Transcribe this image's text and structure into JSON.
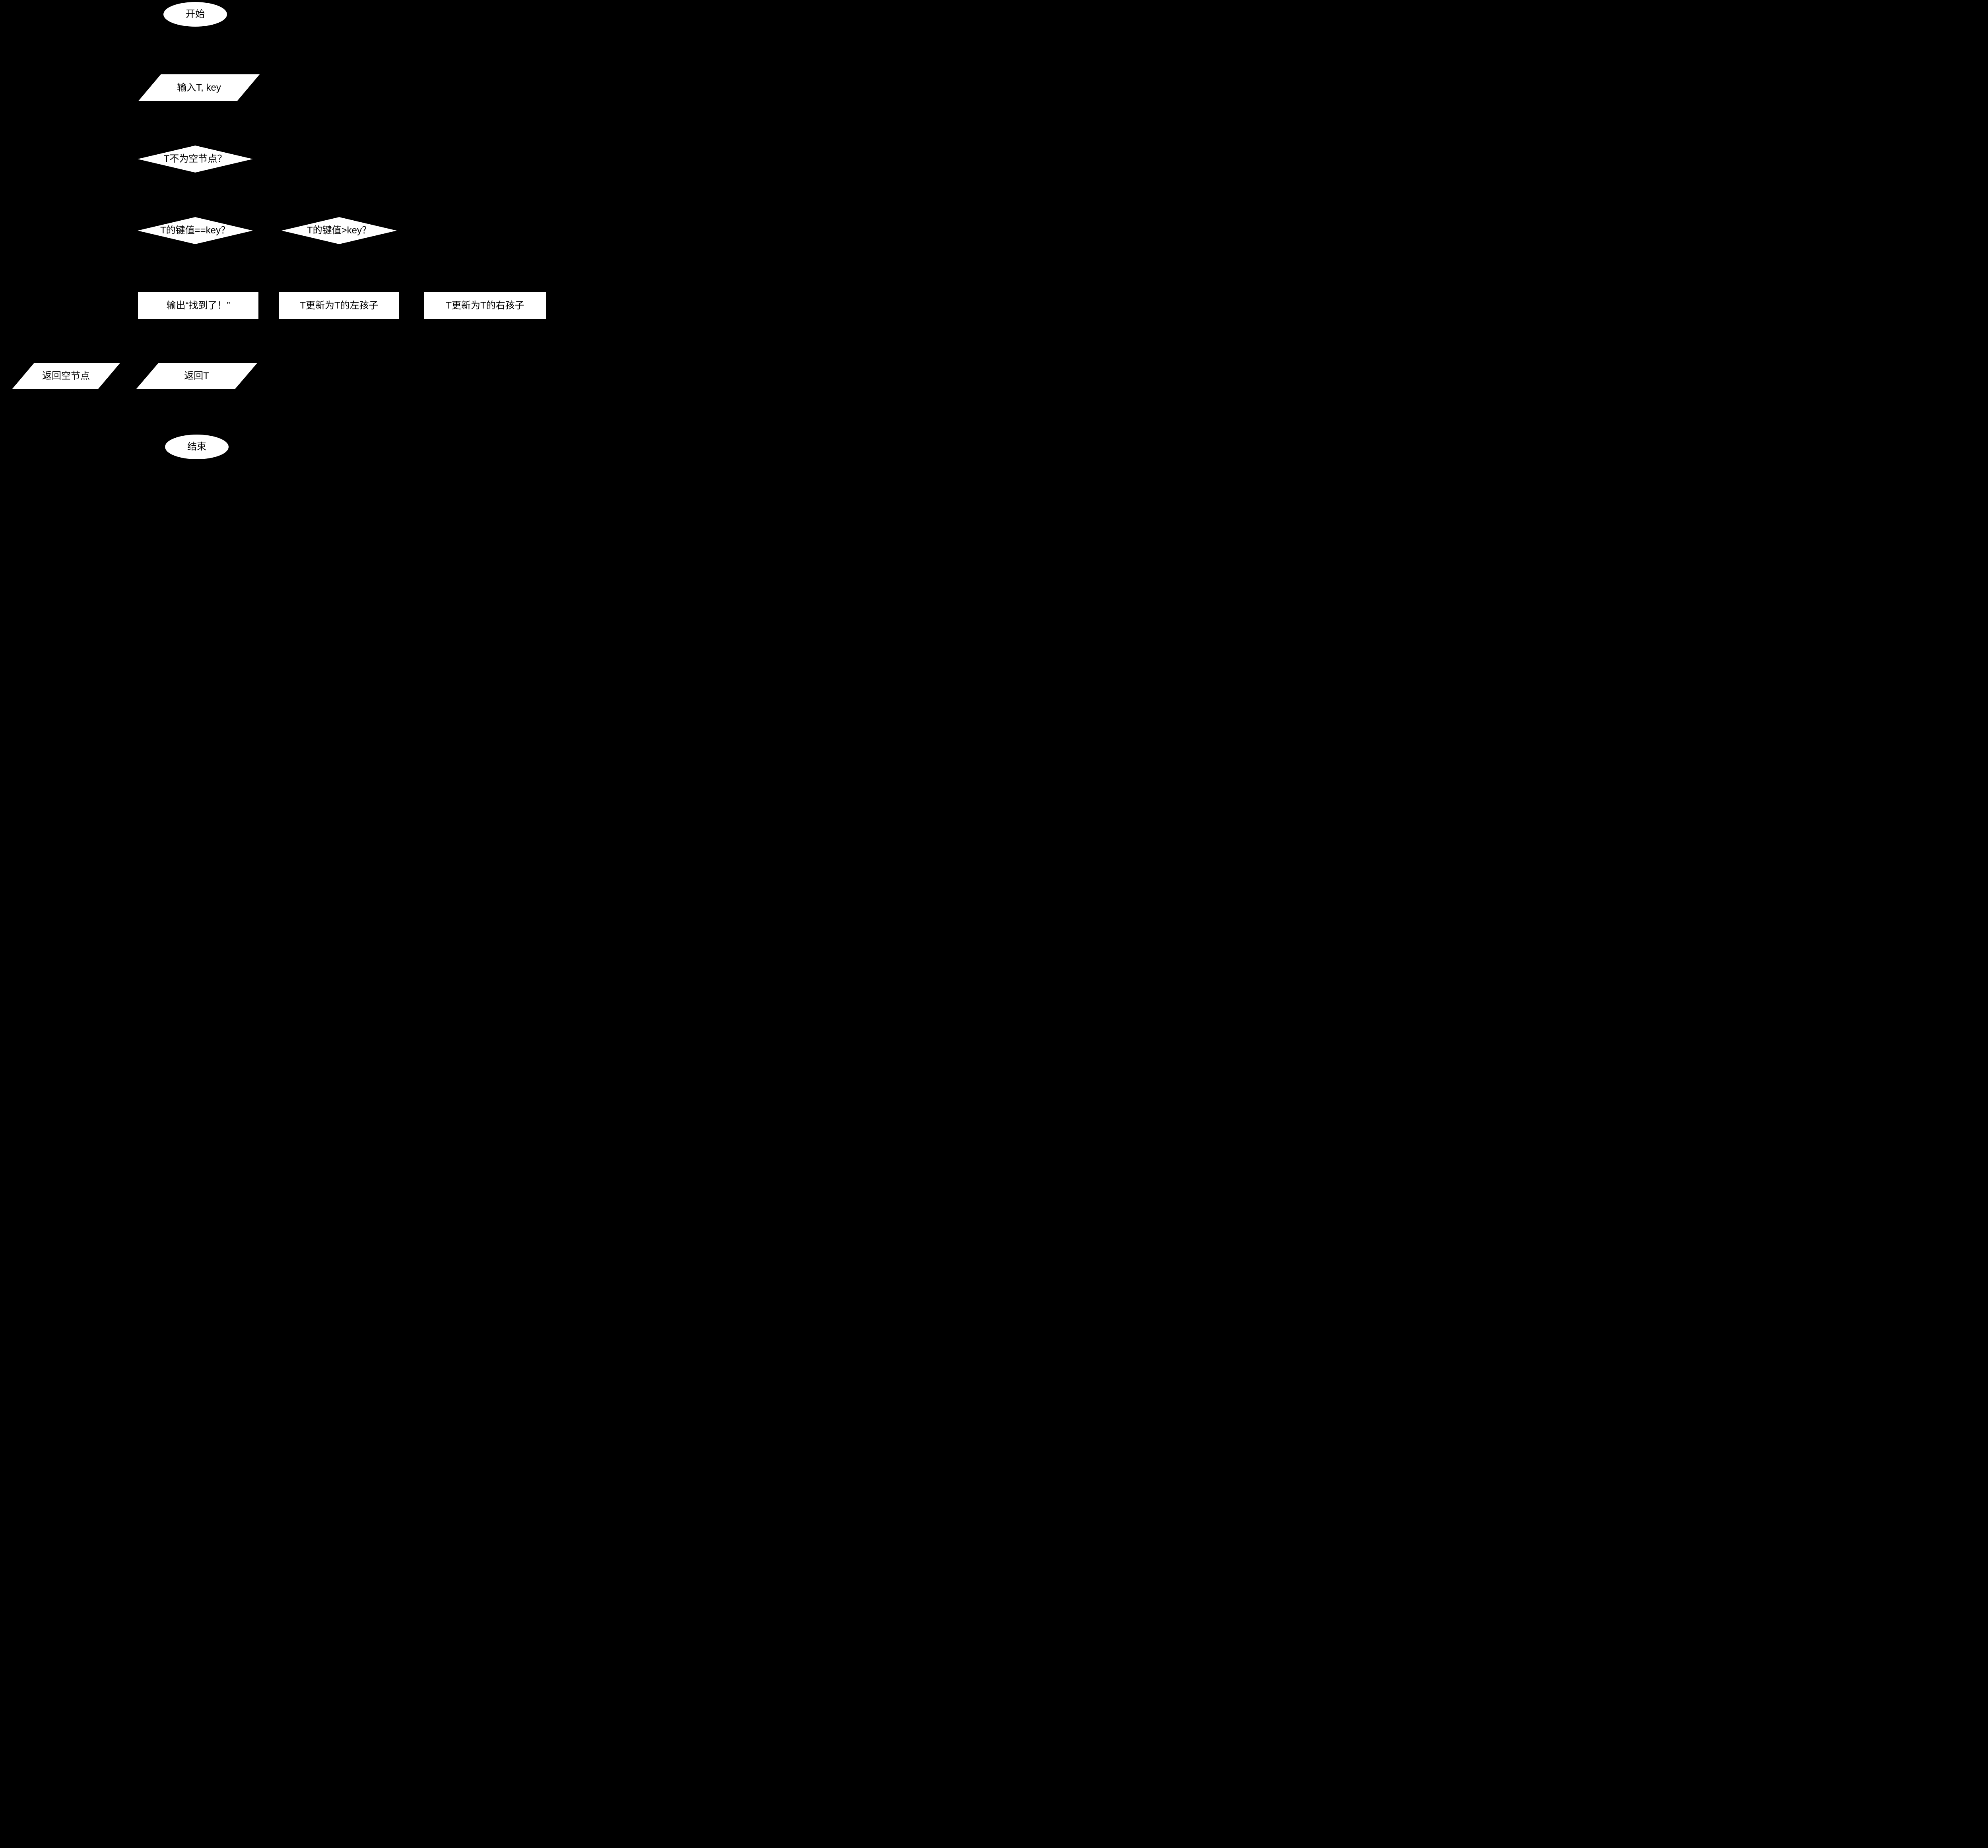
{
  "diagram_type": "flowchart",
  "canvas": {
    "background_color": "#000000",
    "node_fill_color": "#ffffff",
    "node_text_color": "#000000"
  },
  "nodes": [
    {
      "id": "start",
      "shape": "terminator-ellipse",
      "label": "开始"
    },
    {
      "id": "input",
      "shape": "io-parallelogram",
      "label": "输入T, key"
    },
    {
      "id": "check_not_empty",
      "shape": "decision-diamond",
      "label": "T不为空节点？"
    },
    {
      "id": "check_key_equal",
      "shape": "decision-diamond",
      "label": "T的键值==key？"
    },
    {
      "id": "check_key_greater",
      "shape": "decision-diamond",
      "label": "T的键值>key？"
    },
    {
      "id": "output_found",
      "shape": "process-rectangle",
      "label": "输出“找到了！”"
    },
    {
      "id": "update_left",
      "shape": "process-rectangle",
      "label": "T更新为T的左孩子"
    },
    {
      "id": "update_right",
      "shape": "process-rectangle",
      "label": "T更新为T的右孩子"
    },
    {
      "id": "return_null",
      "shape": "io-parallelogram",
      "label": "返回空节点"
    },
    {
      "id": "return_t",
      "shape": "io-parallelogram",
      "label": "返回T"
    },
    {
      "id": "end",
      "shape": "terminator-ellipse",
      "label": "结束"
    }
  ]
}
